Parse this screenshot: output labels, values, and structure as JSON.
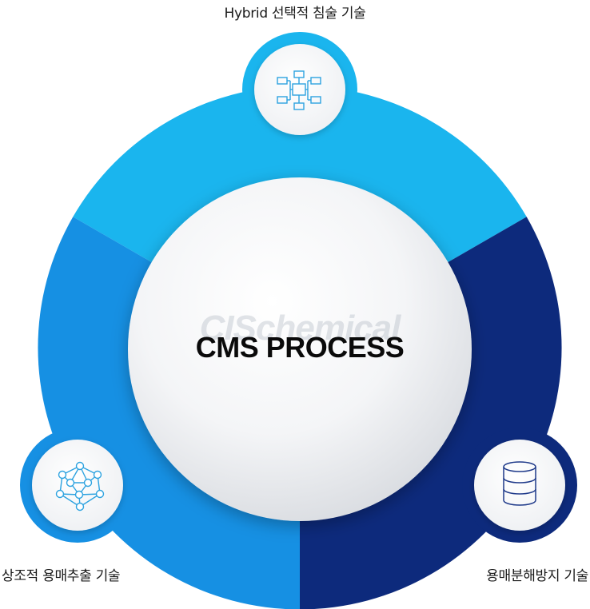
{
  "center": {
    "title": "CMS PROCESS",
    "watermark": "CISchemical"
  },
  "segments": [
    {
      "label": "Hybrid 선택적 침술 기술",
      "color": "#1ab5ee",
      "icon": "hierarchy-network-icon"
    },
    {
      "label": "용매분해방지 기술",
      "color": "#0d2a7c",
      "icon": "database-icon"
    },
    {
      "label": "상조적 용매추출 기술",
      "color": "#1690e3",
      "icon": "molecule-network-icon"
    }
  ],
  "colors": {
    "light_blue": "#1ab5ee",
    "mid_blue": "#1690e3",
    "navy": "#0d2a7c",
    "icon_stroke_light": "#2ea3e0",
    "icon_stroke_dark": "#1f3a8a"
  }
}
